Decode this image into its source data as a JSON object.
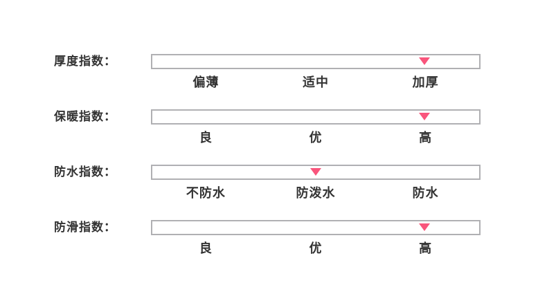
{
  "colors": {
    "marker_pink": "#f9557c",
    "bar_border_gray": "#b0b0b3",
    "text": "#333333",
    "background": "#ffffff"
  },
  "chart_data": {
    "type": "table",
    "title": "",
    "description_semantics": "product attribute rating scales, triangle marker indicates selected level",
    "rows": [
      {
        "label": "厚度指数：",
        "levels": [
          "偏薄",
          "适中",
          "加厚"
        ],
        "selected": "加厚",
        "selected_index": 2
      },
      {
        "label": "保暖指数：",
        "levels": [
          "良",
          "优",
          "高"
        ],
        "selected": "高",
        "selected_index": 2
      },
      {
        "label": "防水指数：",
        "levels": [
          "不防水",
          "防泼水",
          "防水"
        ],
        "selected": "防泼水",
        "selected_index": 1
      },
      {
        "label": "防滑指数：",
        "levels": [
          "良",
          "优",
          "高"
        ],
        "selected": "高",
        "selected_index": 2
      }
    ]
  }
}
